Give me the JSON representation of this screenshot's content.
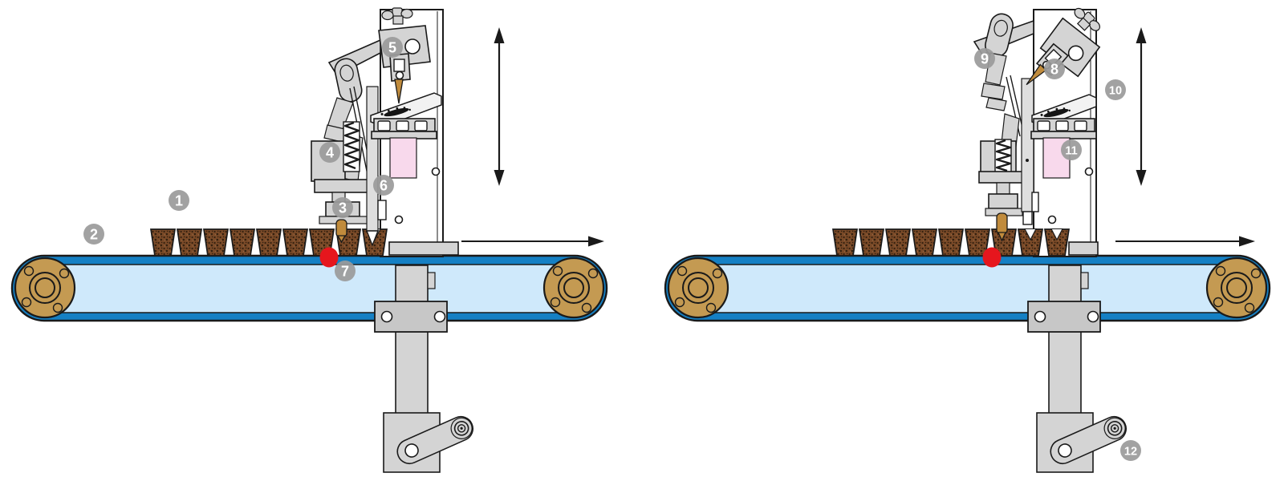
{
  "diagram": {
    "labels": [
      {
        "text": "1"
      },
      {
        "text": "2"
      },
      {
        "text": "3"
      },
      {
        "text": "4"
      },
      {
        "text": "5"
      },
      {
        "text": "6"
      },
      {
        "text": "7"
      },
      {
        "text": "8"
      },
      {
        "text": "9"
      },
      {
        "text": "10"
      },
      {
        "text": "11"
      },
      {
        "text": "12"
      }
    ]
  },
  "colors": {
    "bg": "#ffffff",
    "outline": "#1a1a1a",
    "metal": "#d4d4d4",
    "metal-dark": "#c7c7c7",
    "belt-blue": "#1580c4",
    "belt-light": "#cfe9fb",
    "pulley-gold": "#c49a52",
    "pot-brown": "#7a4a28",
    "pot-speckle": "#33200f",
    "pot-speckle-light": "#9c6b45",
    "dibber-gold": "#c08b3c",
    "pink": "#f8d9ec",
    "badge-gray": "#9b9b9b",
    "red": "#e6161d"
  }
}
